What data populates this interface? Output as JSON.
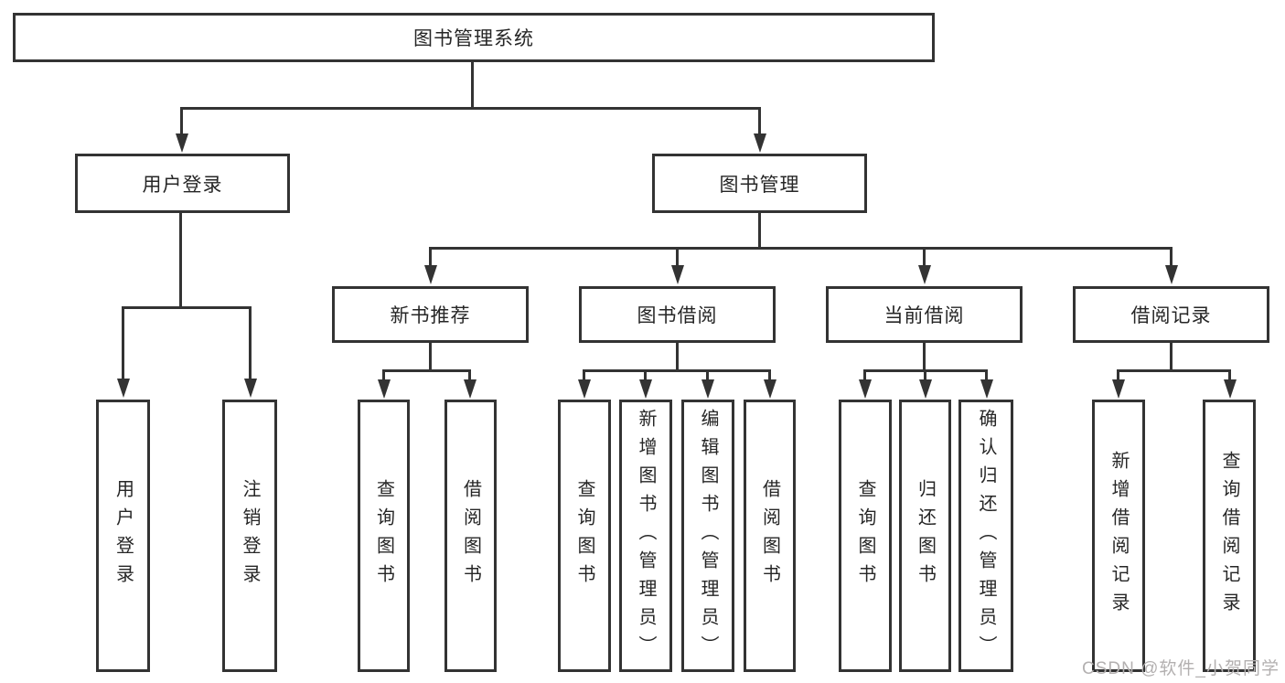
{
  "tree": {
    "root": {
      "label": "图书管理系统",
      "children": [
        {
          "label": "用户登录",
          "children": [
            {
              "label": "用户登录"
            },
            {
              "label": "注销登录"
            }
          ]
        },
        {
          "label": "图书管理",
          "children": [
            {
              "label": "新书推荐",
              "children": [
                {
                  "label": "查询图书"
                },
                {
                  "label": "借阅图书"
                }
              ]
            },
            {
              "label": "图书借阅",
              "children": [
                {
                  "label": "查询图书"
                },
                {
                  "label": "新增图书（管理员）"
                },
                {
                  "label": "编辑图书（管理员）"
                },
                {
                  "label": "借阅图书"
                }
              ]
            },
            {
              "label": "当前借阅",
              "children": [
                {
                  "label": "查询图书"
                },
                {
                  "label": "归还图书"
                },
                {
                  "label": "确认归还（管理员）"
                }
              ]
            },
            {
              "label": "借阅记录",
              "children": [
                {
                  "label": "新增借阅记录"
                },
                {
                  "label": "查询借阅记录"
                }
              ]
            }
          ]
        }
      ]
    }
  },
  "watermark": {
    "text": "CSDN @软件_小贺同学"
  },
  "colors": {
    "line": "#333333",
    "text": "#262626",
    "watermark": "#b3b0b0",
    "background": "#ffffff"
  }
}
